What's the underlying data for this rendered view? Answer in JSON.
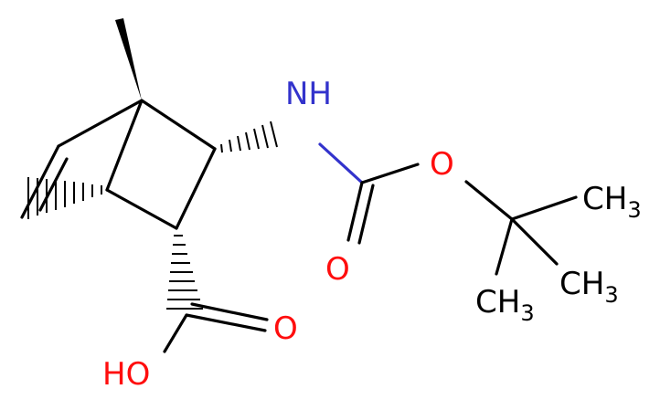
{
  "molecule": {
    "labels": {
      "nh": {
        "text": "NH",
        "color": "#3333cc"
      },
      "o_ester": {
        "text": "O",
        "color": "#ff0d0d"
      },
      "o_carbonyl_carbamate": {
        "text": "O",
        "color": "#ff0d0d"
      },
      "o_acid_carbonyl": {
        "text": "O",
        "color": "#ff0d0d"
      },
      "ho": {
        "text": "HO",
        "color": "#ff0d0d"
      },
      "ch3_top": {
        "main": "CH",
        "sub": "3"
      },
      "ch3_right": {
        "main": "CH",
        "sub": "3"
      },
      "ch3_bottom": {
        "main": "CH",
        "sub": "3"
      }
    },
    "colors": {
      "carbon": "#000000",
      "nitrogen": "#3333cc",
      "oxygen": "#ff0d0d"
    }
  }
}
